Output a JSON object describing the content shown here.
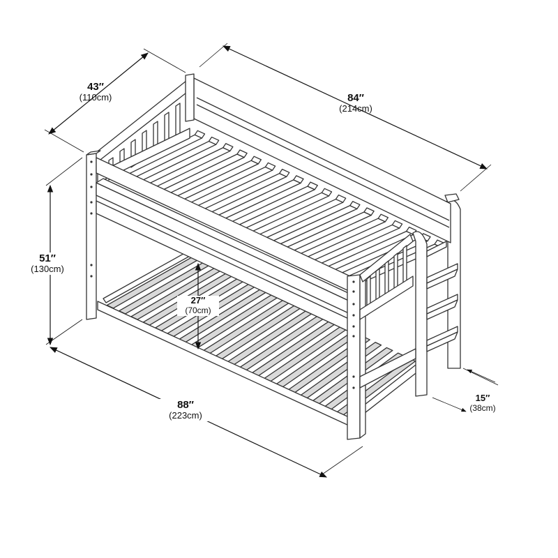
{
  "dimensions": {
    "width": {
      "imperial": "43″",
      "metric": "(110cm)"
    },
    "length": {
      "imperial": "84″",
      "metric": "(214cm)"
    },
    "height": {
      "imperial": "51″",
      "metric": "(130cm)"
    },
    "clearance": {
      "imperial": "27″",
      "metric": "(70cm)"
    },
    "overall_length": {
      "imperial": "88″",
      "metric": "(223cm)"
    },
    "ladder_depth": {
      "imperial": "15″",
      "metric": "(38cm)"
    }
  },
  "colors": {
    "line": "#333333",
    "fill": "#ffffff",
    "shade": "#d9d9d9"
  }
}
